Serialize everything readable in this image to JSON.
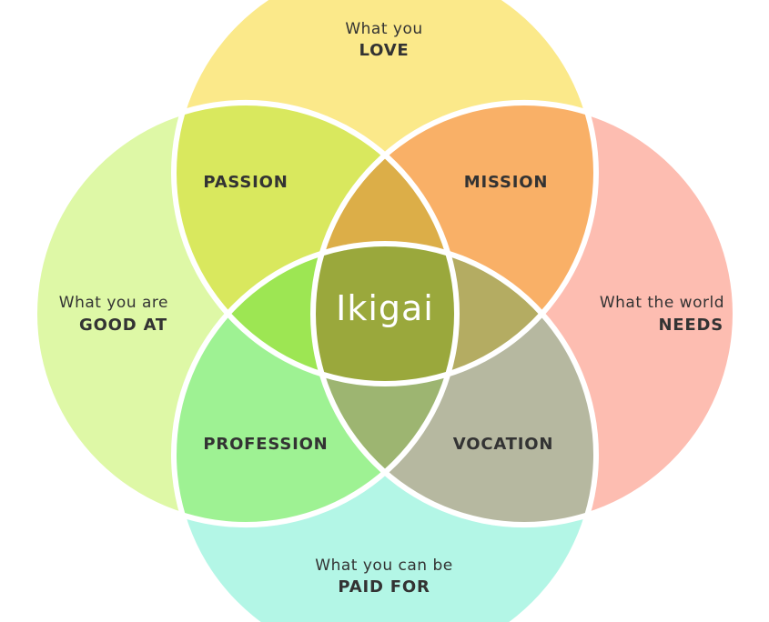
{
  "circles": {
    "love": {
      "line1": "What you",
      "line2": "LOVE",
      "color": "#fbe98a"
    },
    "good_at": {
      "line1": "What you are",
      "line2": "GOOD AT",
      "color": "#def8a6"
    },
    "needs": {
      "line1": "What the world",
      "line2": "NEEDS",
      "color": "#fdbdb1"
    },
    "paid_for": {
      "line1": "What you can be",
      "line2": "PAID FOR",
      "color": "#b3f6e6"
    }
  },
  "overlaps": {
    "passion": {
      "label": "PASSION",
      "color": "#d9e85e"
    },
    "mission": {
      "label": "MISSION",
      "color": "#f9b067"
    },
    "profession": {
      "label": "PROFESSION",
      "color": "#9ef293"
    },
    "vocation": {
      "label": "VOCATION",
      "color": "#b6b8a0"
    }
  },
  "triples": {
    "top": "#dcae48",
    "left": "#9de653",
    "right": "#b4ac62",
    "bottom": "#9db571"
  },
  "center": {
    "label": "Ikigai",
    "color": "#9aa83c"
  }
}
